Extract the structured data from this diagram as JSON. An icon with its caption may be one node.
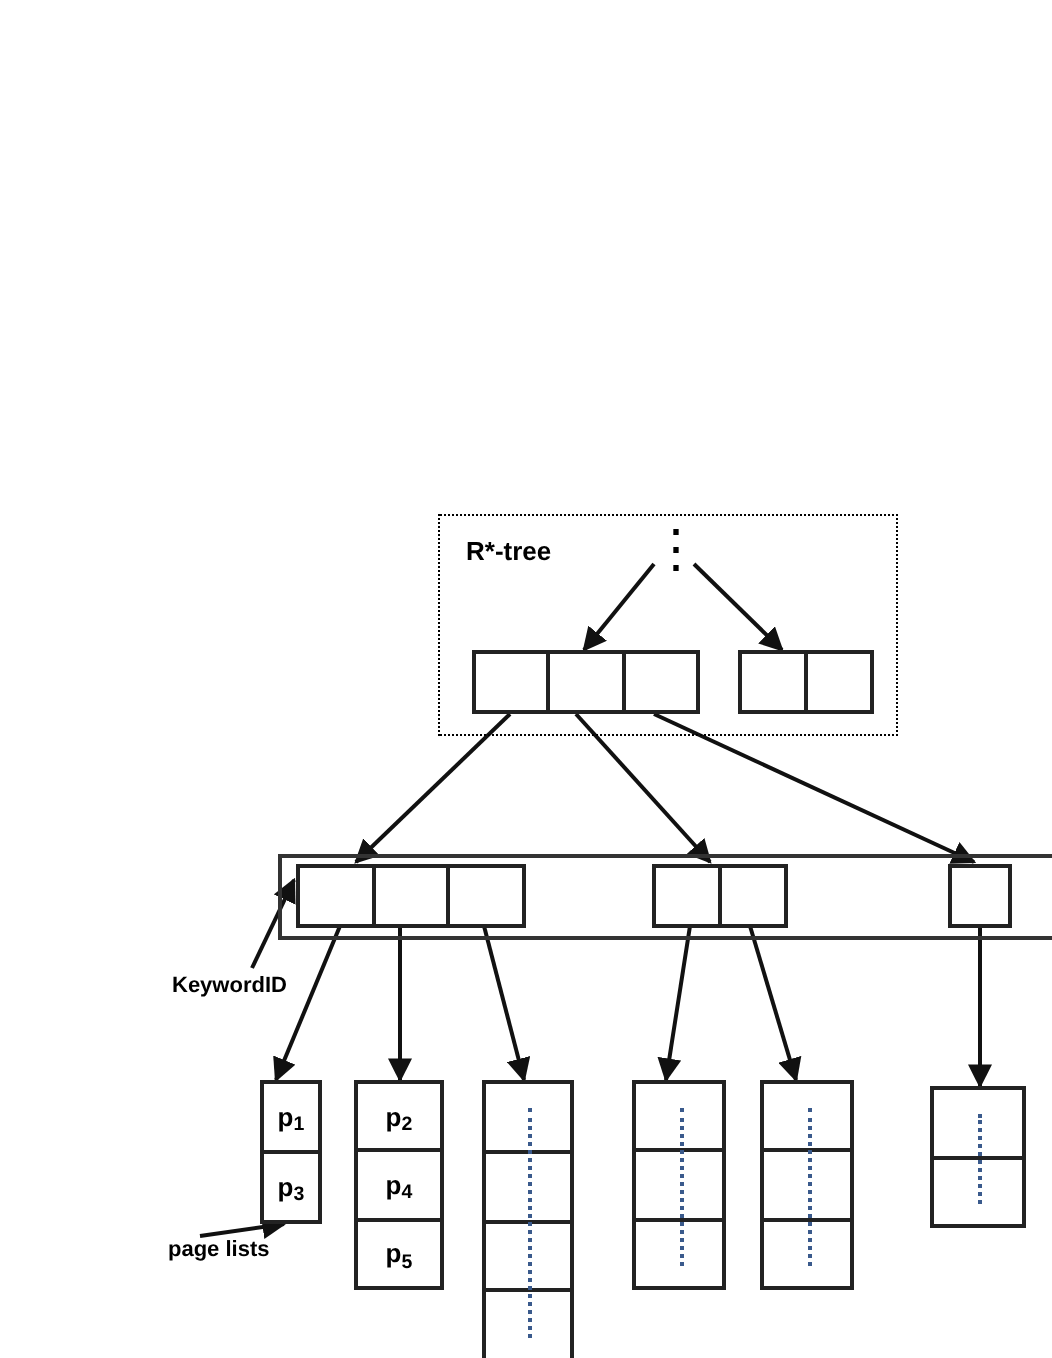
{
  "diagram": {
    "nodes": [
      {
        "text": [
          "R*-tree"
        ]
      },
      {
        "text": [
          "⋮"
        ],
        "in": 0
      },
      {
        "text": [],
        "shape": "box",
        "in": 0
      },
      {
        "text": [],
        "shape": "box",
        "in": 0
      },
      {
        "text": [],
        "shape": "box"
      },
      {
        "text": [],
        "shape": "box",
        "in": 4
      },
      {
        "text": [],
        "shape": "box",
        "in": 4
      },
      {
        "text": [],
        "shape": "box",
        "in": 4
      },
      {
        "text": [
          "KeywordID"
        ]
      },
      {
        "text": [
          "p$_{1}$",
          "p$_{3}$"
        ]
      },
      {
        "text": [
          "p$_{2}$",
          "p$_{4}$",
          "p$_{5}$"
        ]
      },
      {
        "text": [],
        "shape": "box"
      },
      {
        "text": [],
        "shape": "box"
      },
      {
        "text": [],
        "shape": "box"
      },
      {
        "text": [],
        "shape": "box"
      },
      {
        "text": [
          "page lists"
        ]
      }
    ],
    "edges": [
      {
        "from": 1,
        "to": 2,
        "arrow": "to"
      },
      {
        "from": 1,
        "to": 3,
        "arrow": "to"
      },
      {
        "from": 2,
        "to": 5,
        "arrow": "to"
      },
      {
        "from": 2,
        "to": 6,
        "arrow": "to"
      },
      {
        "from": 2,
        "to": 7,
        "arrow": "to"
      },
      {
        "from": 8,
        "to": 5,
        "arrow": "to"
      },
      {
        "from": 5,
        "to": 9,
        "arrow": "to"
      },
      {
        "from": 5,
        "to": 10,
        "arrow": "to"
      },
      {
        "from": 5,
        "to": 11,
        "arrow": "to"
      },
      {
        "from": 6,
        "to": 12,
        "arrow": "to"
      },
      {
        "from": 6,
        "to": 13,
        "arrow": "to"
      },
      {
        "from": 7,
        "to": 14,
        "arrow": "to"
      },
      {
        "from": 15,
        "to": 9,
        "arrow": "to"
      }
    ]
  }
}
